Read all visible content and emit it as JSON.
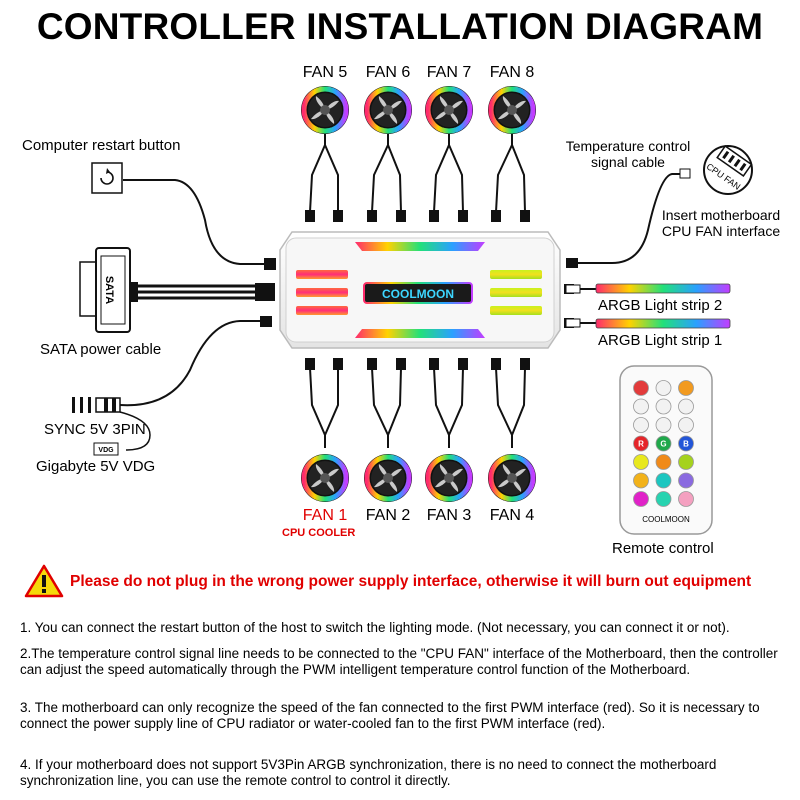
{
  "title": "CONTROLLER INSTALLATION DIAGRAM",
  "fans_top": [
    "FAN 5",
    "FAN 6",
    "FAN 7",
    "FAN 8"
  ],
  "fans_bottom": [
    "FAN 1",
    "FAN 2",
    "FAN 3",
    "FAN 4"
  ],
  "cpu_cooler": "CPU COOLER",
  "labels": {
    "restart_button": "Computer restart button",
    "sata": "SATA power cable",
    "sata_plug": "SATA",
    "sync": "SYNC 5V 3PIN",
    "vdg_plug": "VDG",
    "gigabyte": "Gigabyte 5V VDG",
    "temp_line1": "Temperature control",
    "temp_line2": "signal cable",
    "cpu_fan_header": "CPU FAN",
    "insert_line1": "Insert motherboard",
    "insert_line2": "CPU FAN interface",
    "argb2": "ARGB Light strip 2",
    "argb1": "ARGB Light strip 1",
    "remote": "Remote control",
    "controller_brand": "COOLMOON",
    "remote_brand": "COOLMOON"
  },
  "warning": "Please do not plug in the wrong power supply interface, otherwise it will burn out equipment",
  "notes": [
    "1. You can connect the restart button of the host to switch the lighting mode. (Not necessary, you can connect it or not).",
    "2.The temperature control signal line needs to be connected to the \"CPU FAN\" interface of the Motherboard, then the controller can adjust the speed automatically through the PWM intelligent temperature control function of the Motherboard.",
    "3. The motherboard can only recognize the speed of the fan connected to the first PWM interface (red). So it is necessary to connect the power supply line of CPU radiator or water-cooled fan to the first PWM interface (red).",
    "4. If your motherboard does not support 5V3Pin ARGB synchronization, there is no need to connect the motherboard synchronization line, you can use the remote control to control it directly."
  ],
  "remote_buttons": [
    {
      "color": "#e23b3b",
      "label": ""
    },
    {
      "color": "#f2f2f2",
      "label": ""
    },
    {
      "color": "#f29a1f",
      "label": ""
    },
    {
      "color": "#f2f2f2",
      "label": ""
    },
    {
      "color": "#f2f2f2",
      "label": ""
    },
    {
      "color": "#f2f2f2",
      "label": ""
    },
    {
      "color": "#f2f2f2",
      "label": ""
    },
    {
      "color": "#f2f2f2",
      "label": ""
    },
    {
      "color": "#f2f2f2",
      "label": ""
    },
    {
      "color": "#e5252a",
      "label": "R"
    },
    {
      "color": "#1fa84a",
      "label": "G"
    },
    {
      "color": "#2255d8",
      "label": "B"
    },
    {
      "color": "#e8e81e",
      "label": ""
    },
    {
      "color": "#f08a1a",
      "label": ""
    },
    {
      "color": "#a5d21e",
      "label": ""
    },
    {
      "color": "#f2b21a",
      "label": ""
    },
    {
      "color": "#1cc6c0",
      "label": ""
    },
    {
      "color": "#8a6ae0",
      "label": ""
    },
    {
      "color": "#e022c8",
      "label": ""
    },
    {
      "color": "#27d3b0",
      "label": ""
    },
    {
      "color": "#f4a0c0",
      "label": ""
    }
  ],
  "colors": {
    "warning": "#e00000",
    "warning_icon": "#f5d90a",
    "fan_ring": [
      "#ff2d55",
      "#ffd400",
      "#2bd46a",
      "#2aa8ff",
      "#b23cff",
      "#ff2d55"
    ]
  }
}
